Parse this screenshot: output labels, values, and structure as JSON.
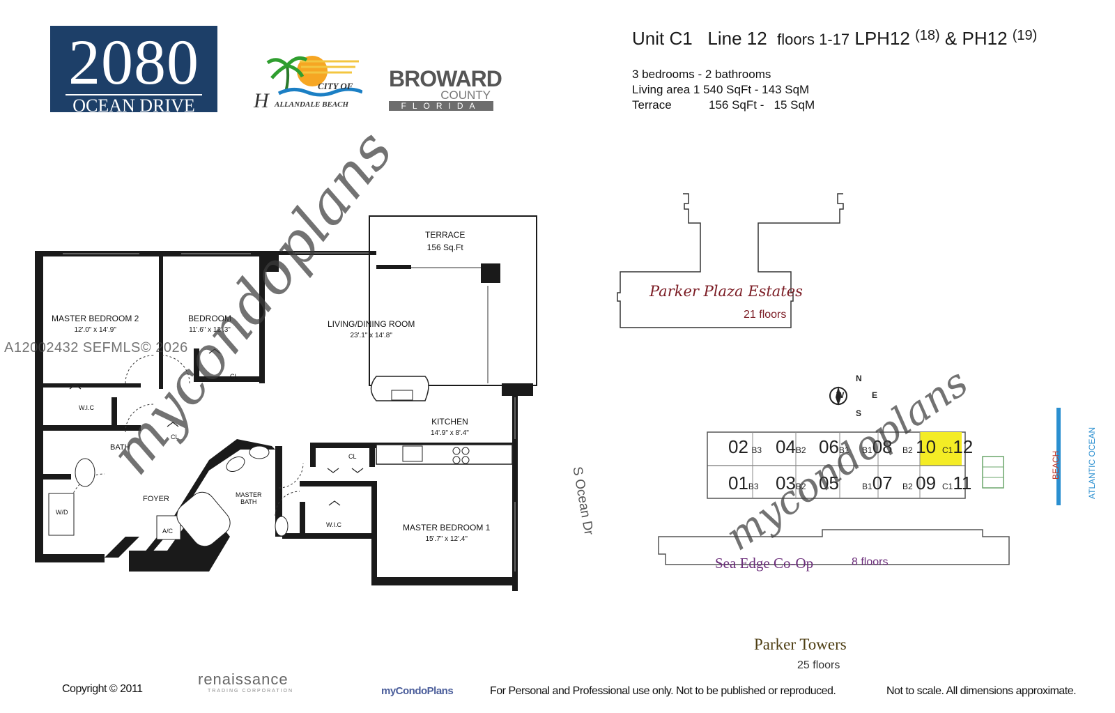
{
  "header": {
    "logo_number": "2080",
    "logo_name": "OCEAN DRIVE",
    "city_logo_top": "CITY OF",
    "city_logo_letter": "H",
    "city_logo_bottom": "ALLANDALE BEACH",
    "county_logo_name": "BROWARD",
    "county_logo_county": "COUNTY",
    "county_logo_state": "FLORIDA"
  },
  "unit_info": {
    "unit_word": "Unit",
    "unit_value": "C1",
    "line_word": "Line",
    "line_value": "12",
    "floors_text": "floors 1-17",
    "lph": "LPH12",
    "lph_floor": "(18)",
    "amp": "&",
    "ph": "PH12",
    "ph_floor": "(19)",
    "bed_bath": "3 bedrooms - 2 bathrooms",
    "living_label": "Living area",
    "living_value": "1 540 SqFt - 143 SqM",
    "terrace_label": "Terrace",
    "terrace_value": "156 SqFt -   15 SqM"
  },
  "floorplan": {
    "terrace": "TERRACE",
    "terrace_size": "156 Sq.Ft",
    "master_bedroom_2": "MASTER BEDROOM  2",
    "master_bedroom_2_dim": "12'.0\" x 14'.9\"",
    "bedroom": "BEDROOM",
    "bedroom_dim": "11'.6\" x 12'.3\"",
    "living_dining": "LIVING/DINING  ROOM",
    "living_dining_dim": "23'.1\" x 14'.8\"",
    "kitchen": "KITCHEN",
    "kitchen_dim": "14'.9\" x 8'.4\"",
    "bath": "BATH",
    "foyer": "FOYER",
    "master_bath": "MASTER\nBATH",
    "master_bedroom_1": "MASTER BEDROOM 1",
    "master_bedroom_1_dim": "15'.7\" x 12'.4\"",
    "wic": "W.I.C",
    "cl": "CL",
    "wd": "W/D",
    "ac": "A/C"
  },
  "siteplan": {
    "parker_plaza": "Parker Plaza Estates",
    "parker_plaza_floors": "21 floors",
    "compass_n": "N",
    "compass_s": "S",
    "compass_e": "E",
    "compass_w": "W",
    "street": "S Ocean Dr",
    "beach": "BEACH",
    "ocean": "ATLANTIC OCEAN",
    "sea_edge": "Sea Edge Co-Op",
    "sea_edge_floors": "8 floors",
    "parker_towers": "Parker Towers",
    "parker_towers_floors": "25 floors",
    "top_row": [
      {
        "num": "02",
        "type": "B3"
      },
      {
        "num": "04",
        "type": "B2"
      },
      {
        "num": "06",
        "type": "B1"
      },
      {
        "num": "08",
        "type": "B1"
      },
      {
        "num": "10",
        "type": "B2"
      },
      {
        "num": "12",
        "type": "C1"
      }
    ],
    "bottom_row": [
      {
        "num": "01",
        "type": "B3"
      },
      {
        "num": "03",
        "type": "B2"
      },
      {
        "num": "05",
        "type": ""
      },
      {
        "num": "07",
        "type": "B1"
      },
      {
        "num": "09",
        "type": "B2"
      },
      {
        "num": "11",
        "type": "C1"
      }
    ],
    "highlight_color": "#f4ec25"
  },
  "watermarks": {
    "brand": "mycondoplans",
    "mls": "A12002432  SEFMLS© 2026"
  },
  "footer": {
    "copyright": "Copyright © 2011",
    "renaissance": "renaissance",
    "renaissance_sub": "TRADING CORPORATION",
    "mycondoplans": "myCondoPlans",
    "usage": "For Personal and Professional use only.  Not to be published or reproduced.",
    "disclaimer": "Not to scale.  All dimensions approximate."
  }
}
